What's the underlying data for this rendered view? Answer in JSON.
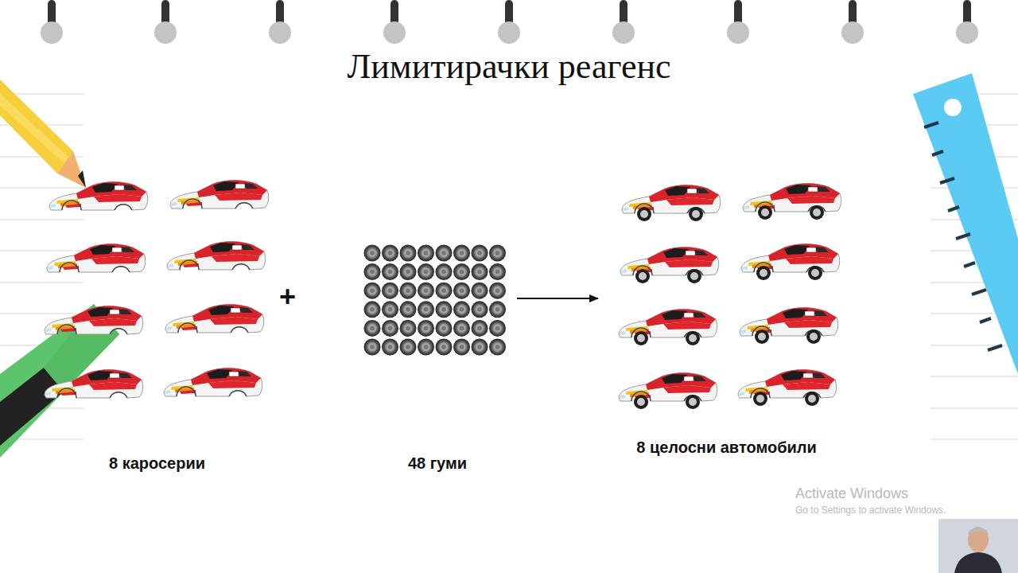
{
  "diagram": {
    "title": "Лимитирачки реагенс",
    "nodes": [
      {
        "text": [
          "8 каросерии"
        ]
      },
      {
        "text": [
          "48 гуми"
        ]
      },
      {
        "text": [
          "8 целосни автомобили"
        ]
      }
    ],
    "edges": [
      {
        "from": 1,
        "to": 2,
        "arrow": "to"
      }
    ],
    "labels": [
      "+",
      "Activate Windows",
      "Go to Settings to activate Windows."
    ]
  }
}
